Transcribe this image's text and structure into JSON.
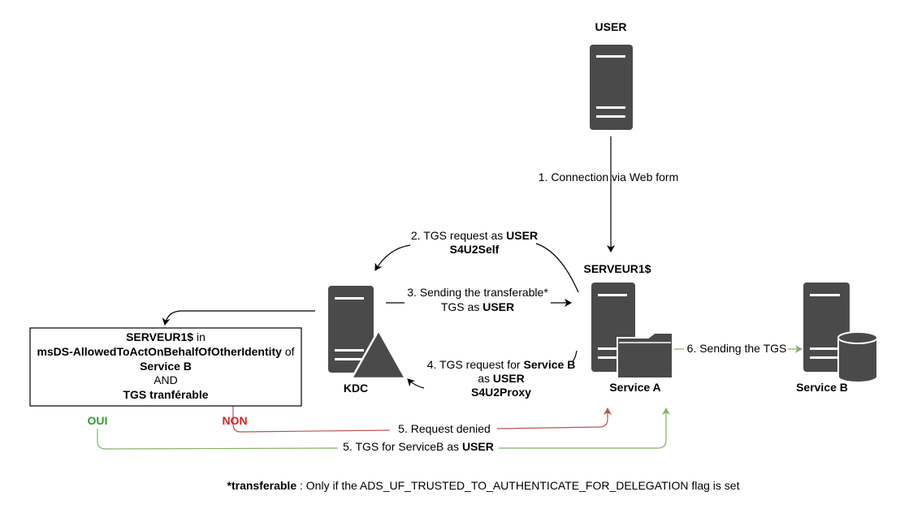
{
  "nodes": {
    "user": "USER",
    "serveur1": "SERVEUR1$",
    "kdc": "KDC",
    "service_a": "Service A",
    "service_b": "Service B"
  },
  "steps": {
    "s1": "1. Connection via Web form",
    "s2_prefix": "2. TGS request as ",
    "s2_user": "USER",
    "s2_line2": "S4U2Self",
    "s3_line1": "3. Sending the transferable*",
    "s3_line2_prefix": "TGS as ",
    "s3_user": "USER",
    "s4_prefix": "4. TGS request for ",
    "s4_serviceb": "Service B",
    "s4_line2_prefix": "as ",
    "s4_user": "USER",
    "s4_line3": "S4U2Proxy",
    "s5_denied": "5. Request denied",
    "s5_granted_prefix": "5. TGS for ServiceB as ",
    "s5_granted_user": "USER",
    "s6": "6. Sending the TGS"
  },
  "condition_box": {
    "line1_bold": "SERVEUR1$",
    "line1_rest": " in",
    "line2_bold": "msDS-AllowedToActOnBehalfOfOtherIdentity",
    "line2_rest": " of",
    "line3": "Service B",
    "line4": "AND",
    "line5": "TGS tranférable"
  },
  "branches": {
    "yes": "OUI",
    "no": "NON"
  },
  "footnote": {
    "bold": "*transferable",
    "rest": " : Only if the ADS_UF_TRUSTED_TO_AUTHENTICATE_FOR_DELEGATION flag is set"
  },
  "colors": {
    "server": "#4a4a4a",
    "denied_line": "#b85450",
    "granted_line": "#82b366",
    "yes_text": "#2e9e2e",
    "no_text": "#e02020"
  }
}
